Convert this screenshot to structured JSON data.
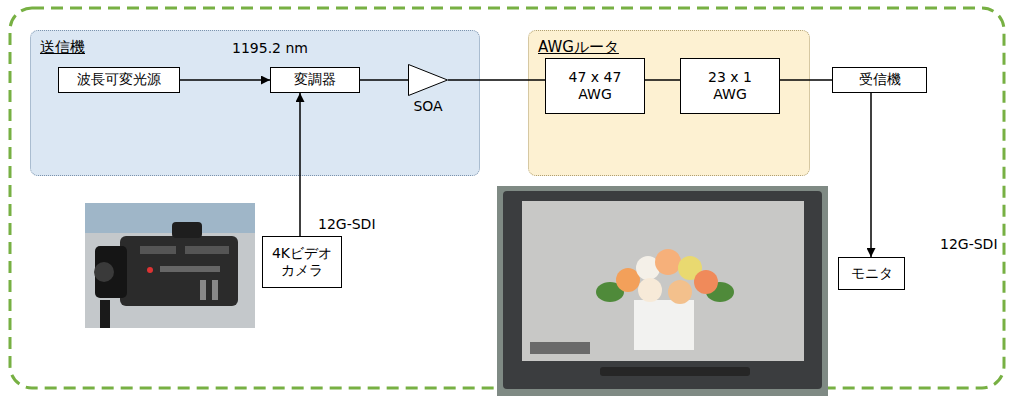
{
  "diagram": {
    "nodes": [
      {
        "text": [
          "送信機"
        ]
      },
      {
        "text": [
          "波長可変光源"
        ],
        "in": 0
      },
      {
        "text": [
          "変調器"
        ],
        "in": 0
      },
      {
        "text": [
          "SOA"
        ],
        "in": 0
      },
      {
        "text": [
          "AWGルータ"
        ]
      },
      {
        "text": [
          "47 x 47 AWG"
        ],
        "in": 4
      },
      {
        "text": [
          "23 x 1 AWG"
        ],
        "in": 4
      },
      {
        "text": [
          "受信機"
        ]
      },
      {
        "text": [
          "4Kビデオ カメラ"
        ]
      },
      {
        "text": [
          "モニタ"
        ]
      }
    ],
    "edges": [
      {
        "from": 1,
        "to": 2,
        "arrow": "to",
        "label": "1195.2 nm"
      },
      {
        "from": 2,
        "to": 3,
        "arrow": "none"
      },
      {
        "from": 3,
        "to": 5,
        "arrow": "none"
      },
      {
        "from": 5,
        "to": 6,
        "arrow": "none"
      },
      {
        "from": 6,
        "to": 7,
        "arrow": "none"
      },
      {
        "from": 8,
        "to": 2,
        "arrow": "to",
        "label": "12G-SDI"
      },
      {
        "from": 7,
        "to": 9,
        "arrow": "to",
        "label": "12G-SDI"
      }
    ]
  }
}
